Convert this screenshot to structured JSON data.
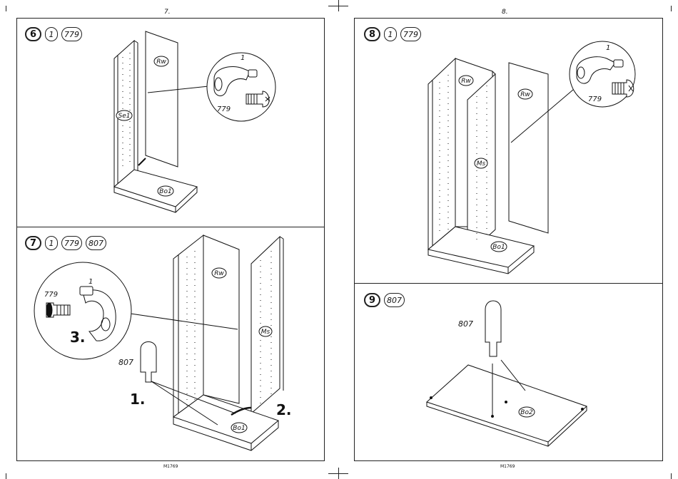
{
  "pages": [
    {
      "number": "7.",
      "footer": "M1769",
      "panels": [
        {
          "step": "6",
          "parts": [
            "1",
            "779"
          ],
          "labels": {
            "back": "Rw",
            "side": "Se1",
            "bottom": "Bo1",
            "part_a": "1",
            "part_b": "779"
          }
        },
        {
          "step": "7",
          "parts": [
            "1",
            "779",
            "807"
          ],
          "labels": {
            "back": "Rw",
            "mid": "Ms",
            "bottom": "Bo1",
            "part_a": "1",
            "part_b": "779",
            "peg": "807",
            "callout_1": "1.",
            "callout_2": "2.",
            "callout_3": "3."
          }
        }
      ]
    },
    {
      "number": "8.",
      "footer": "M1769",
      "panels": [
        {
          "step": "8",
          "parts": [
            "1",
            "779"
          ],
          "labels": {
            "back_in": "Rw",
            "back_out": "Rw",
            "mid": "Ms",
            "bottom": "Bo1",
            "part_a": "1",
            "part_b": "779"
          }
        },
        {
          "step": "9",
          "parts": [
            "807"
          ],
          "labels": {
            "peg": "807",
            "board": "Bo2"
          }
        }
      ]
    }
  ]
}
